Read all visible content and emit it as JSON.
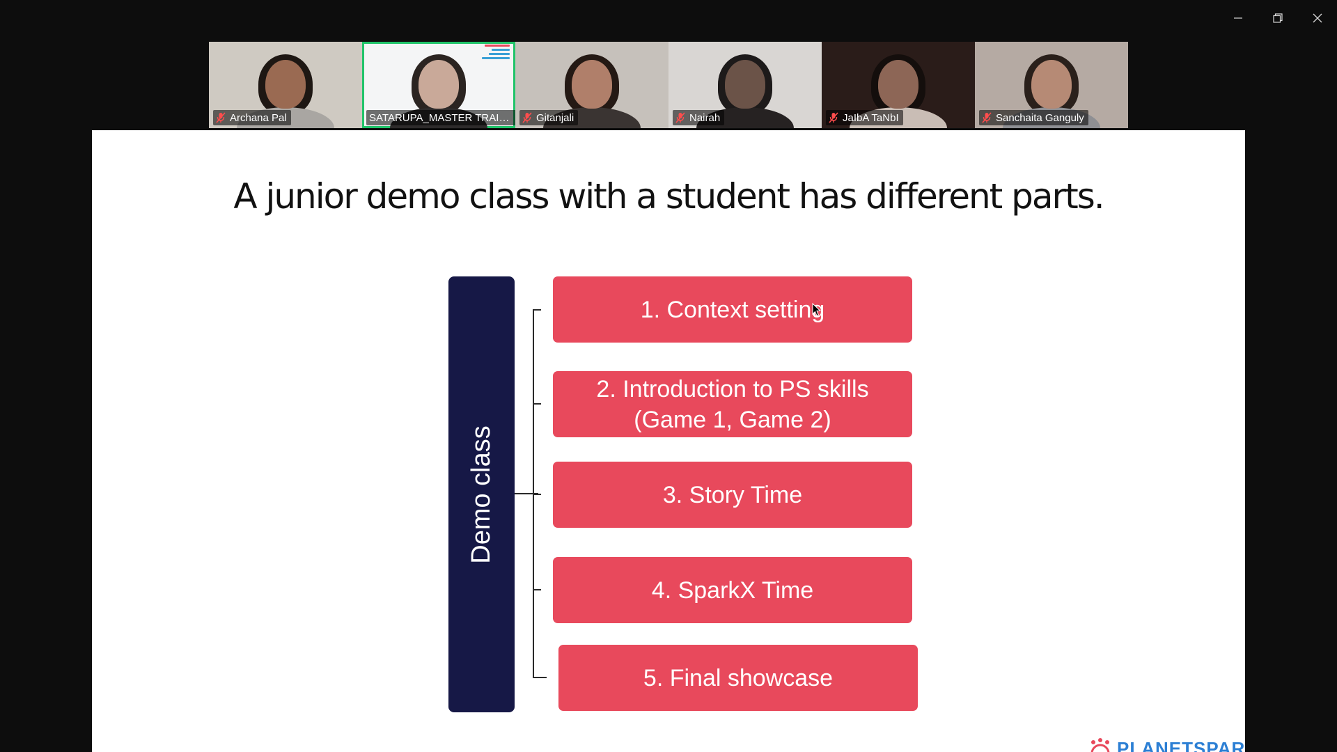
{
  "window": {
    "controls": [
      {
        "name": "minimize-button",
        "icon": "minimize-icon"
      },
      {
        "name": "restore-button",
        "icon": "restore-icon"
      },
      {
        "name": "close-button",
        "icon": "close-icon"
      }
    ]
  },
  "participants": [
    {
      "name": "Archana Pal",
      "muted": true,
      "active": false,
      "bg": "#cfcac2",
      "skin": "#9a6a52",
      "hair": "#1e1713",
      "shirt": "#a9a6a2"
    },
    {
      "name": "SATARUPA_MASTER TRAINE...",
      "muted": false,
      "active": true,
      "bg": "#f4f5f6",
      "skin": "#c9a999",
      "hair": "#2b2421",
      "shirt": "#2e2b2b"
    },
    {
      "name": "Gitanjali",
      "muted": true,
      "active": false,
      "bg": "#c6c1bb",
      "skin": "#b07f6a",
      "hair": "#241914",
      "shirt": "#3a3432"
    },
    {
      "name": "Nairah",
      "muted": true,
      "active": false,
      "bg": "#d9d6d3",
      "skin": "#6b5348",
      "hair": "#1d1a1a",
      "shirt": "#262222"
    },
    {
      "name": "JaIbA TaNbI",
      "muted": true,
      "active": false,
      "bg": "#2a1c19",
      "skin": "#8d6656",
      "hair": "#140e0c",
      "shirt": "#c9bdb5"
    },
    {
      "name": "Sanchaita Ganguly",
      "muted": true,
      "active": false,
      "bg": "#b5aaa3",
      "skin": "#b68a75",
      "hair": "#2a201b",
      "shirt": "#8e8f93"
    }
  ],
  "slide": {
    "title": "A junior demo class with a student has different parts.",
    "root_label": "Demo class",
    "steps": [
      "1. Context setting",
      "2. Introduction to PS skills\n(Game 1, Game 2)",
      "3. Story Time",
      "4. SparkX Time",
      "5. Final showcase"
    ],
    "logo_text": "PLANETSPARK",
    "colors": {
      "root": "#161846",
      "step": "#e8495c",
      "logo": "#2c7fd4"
    }
  }
}
